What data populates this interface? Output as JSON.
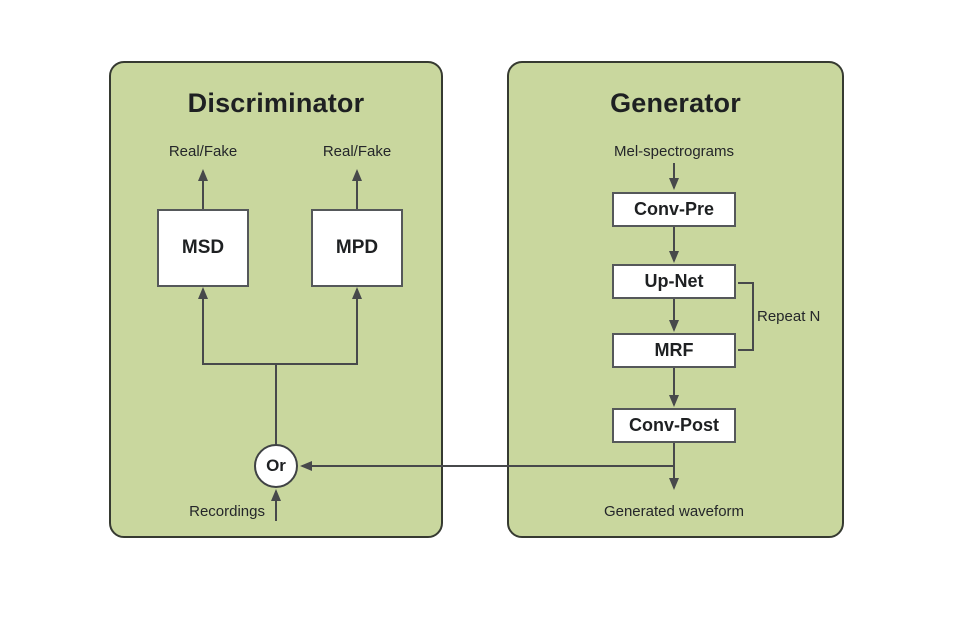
{
  "diagram": {
    "discriminator": {
      "title": "Discriminator",
      "outputs": [
        {
          "label": "Real/Fake"
        },
        {
          "label": "Real/Fake"
        }
      ],
      "nodes": [
        {
          "label": "MSD"
        },
        {
          "label": "MPD"
        }
      ],
      "or_node_label": "Or",
      "input_label": "Recordings"
    },
    "generator": {
      "title": "Generator",
      "input_label": "Mel-spectrograms",
      "nodes": [
        {
          "label": "Conv-Pre"
        },
        {
          "label": "Up-Net"
        },
        {
          "label": "MRF"
        },
        {
          "label": "Conv-Post"
        }
      ],
      "repeat_label": "Repeat N",
      "output_label": "Generated waveform"
    },
    "colors": {
      "panel_fill": "#c9d79e",
      "panel_border": "#363a31",
      "connector": "#47494b",
      "node_border": "#55585a",
      "node_fill": "#ffffff",
      "text": "#1e2022"
    }
  }
}
